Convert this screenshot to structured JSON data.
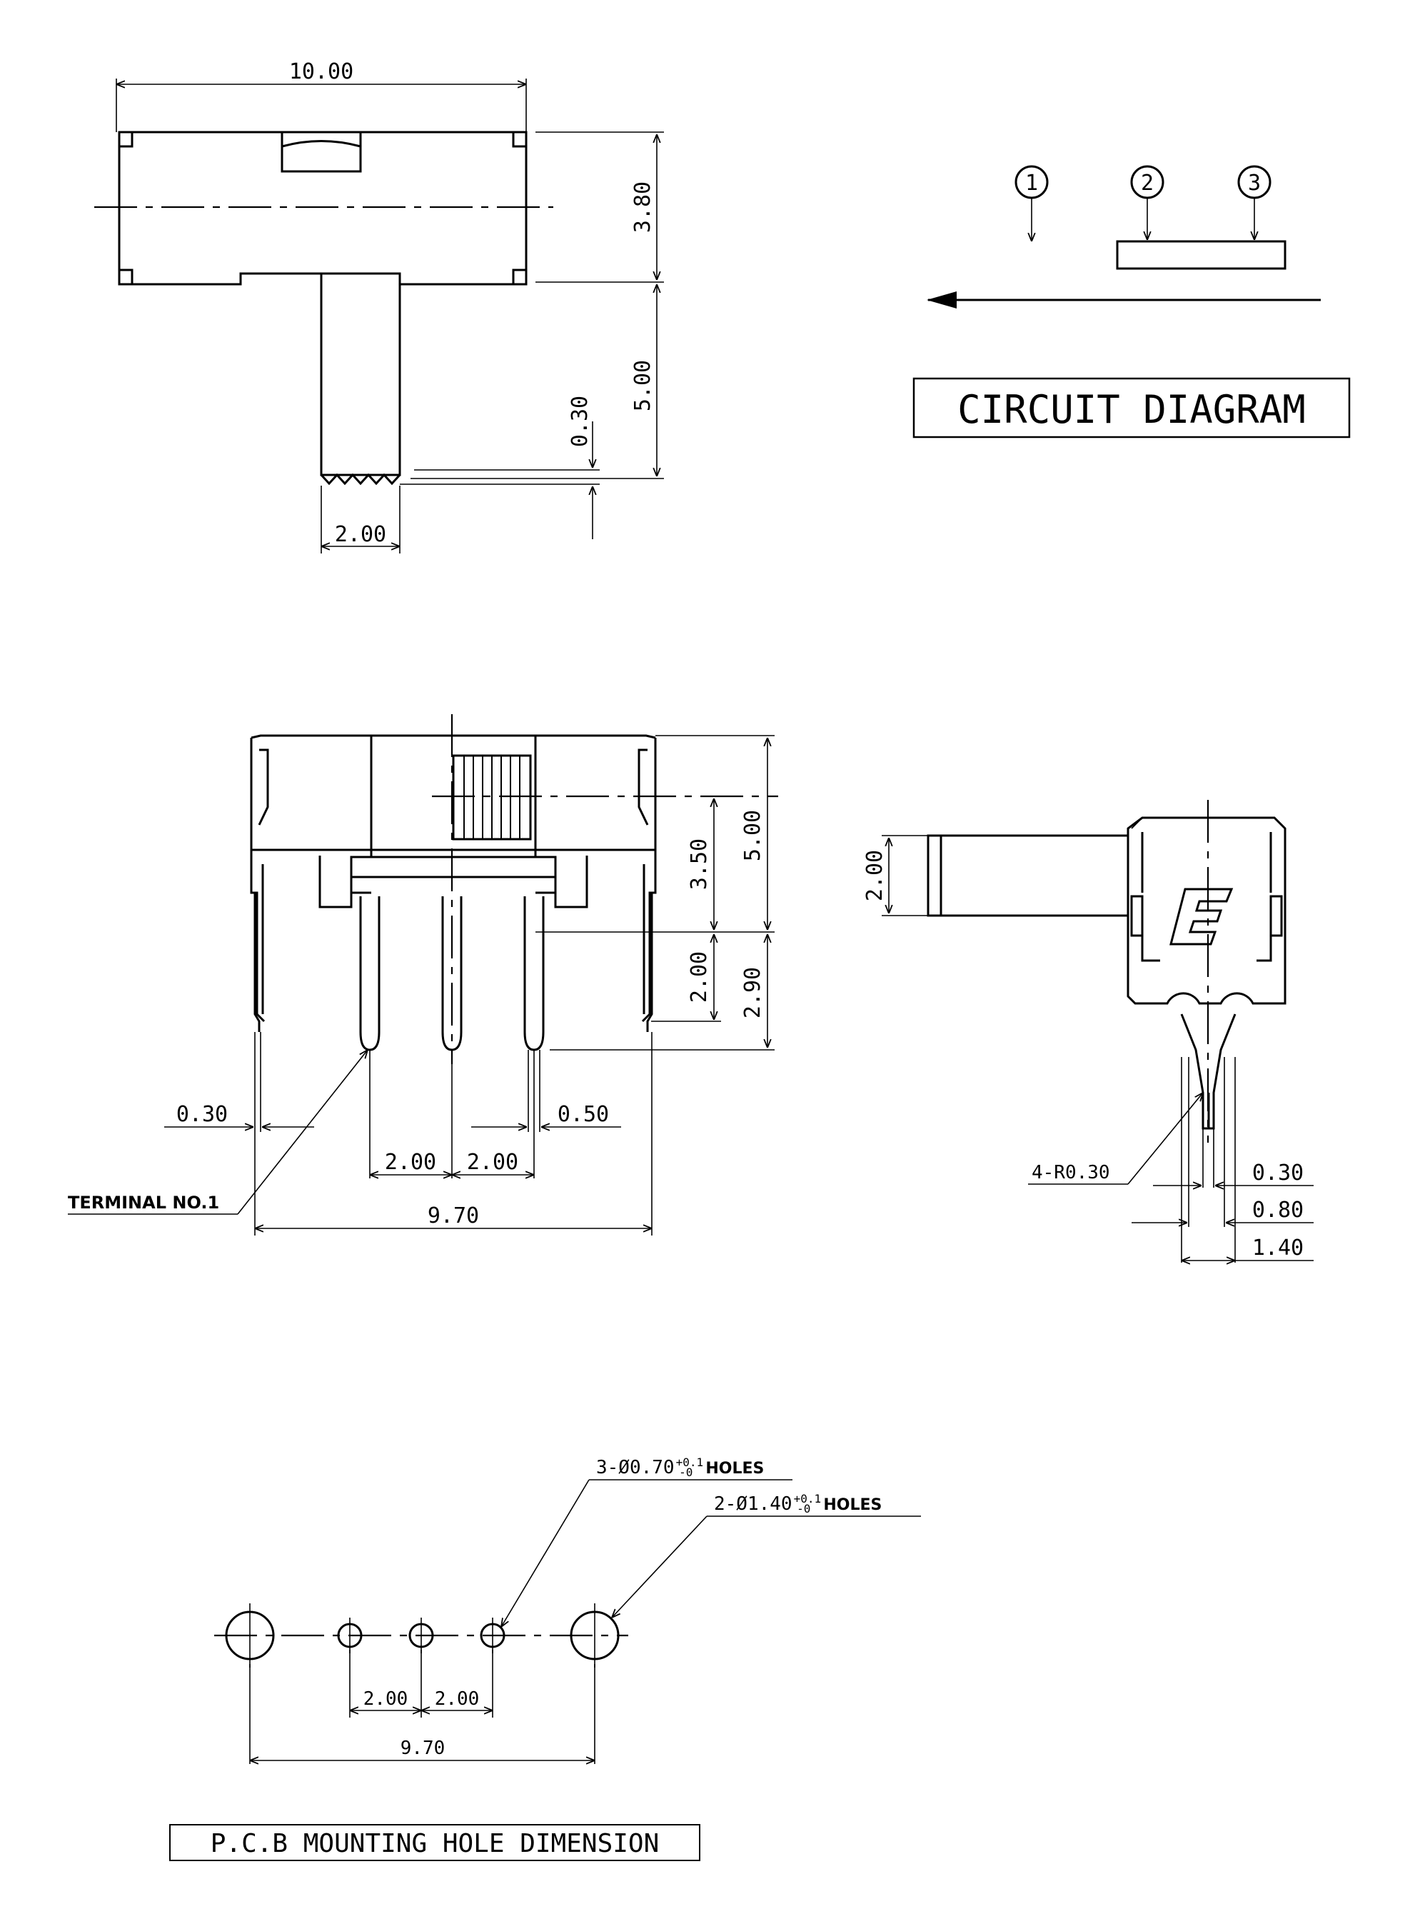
{
  "top_view": {
    "width": "10.00",
    "body_height": "3.80",
    "actuator_length": "5.00",
    "actuator_tip": "0.30",
    "actuator_width": "2.00"
  },
  "circuit": {
    "label": "CIRCUIT DIAGRAM",
    "terminals": [
      "1",
      "2",
      "3"
    ]
  },
  "front_view": {
    "dim_3_50": "3.50",
    "dim_5_00": "5.00",
    "dim_2_00_v": "2.00",
    "dim_2_90": "2.90",
    "dim_0_30": "0.30",
    "dim_0_50": "0.50",
    "pitch_a": "2.00",
    "pitch_b": "2.00",
    "overall": "9.70",
    "terminal_note": "TERMINAL NO.1"
  },
  "side_view": {
    "actuator_height": "2.00",
    "radius_note": "4-R0.30",
    "dim_0_30": "0.30",
    "dim_0_80": "0.80",
    "dim_1_40": "1.40",
    "logo": "E"
  },
  "pcb": {
    "holes_small": "3-Ø0.70",
    "holes_large": "2-Ø1.40",
    "tol_upper": "+0.1",
    "tol_lower": "-0",
    "holes_word": "HOLES",
    "pitch_a": "2.00",
    "pitch_b": "2.00",
    "overall": "9.70",
    "label": "P.C.B MOUNTING HOLE DIMENSION"
  }
}
